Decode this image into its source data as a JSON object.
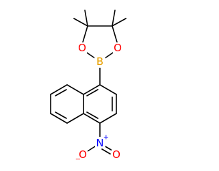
{
  "molecule": {
    "atoms": {
      "boron": "B",
      "oxygen_left": "O",
      "oxygen_right": "O",
      "nitro_nitrogen": "N",
      "nitro_oxygen_left": "O",
      "nitro_oxygen_right": "O"
    },
    "charges": {
      "nitrogen_plus": "+",
      "oxygen_minus": "−"
    },
    "colors": {
      "boron": "#E8A000",
      "oxygen": "#FF0000",
      "nitrogen": "#0000FF",
      "bond": "#000000"
    }
  }
}
